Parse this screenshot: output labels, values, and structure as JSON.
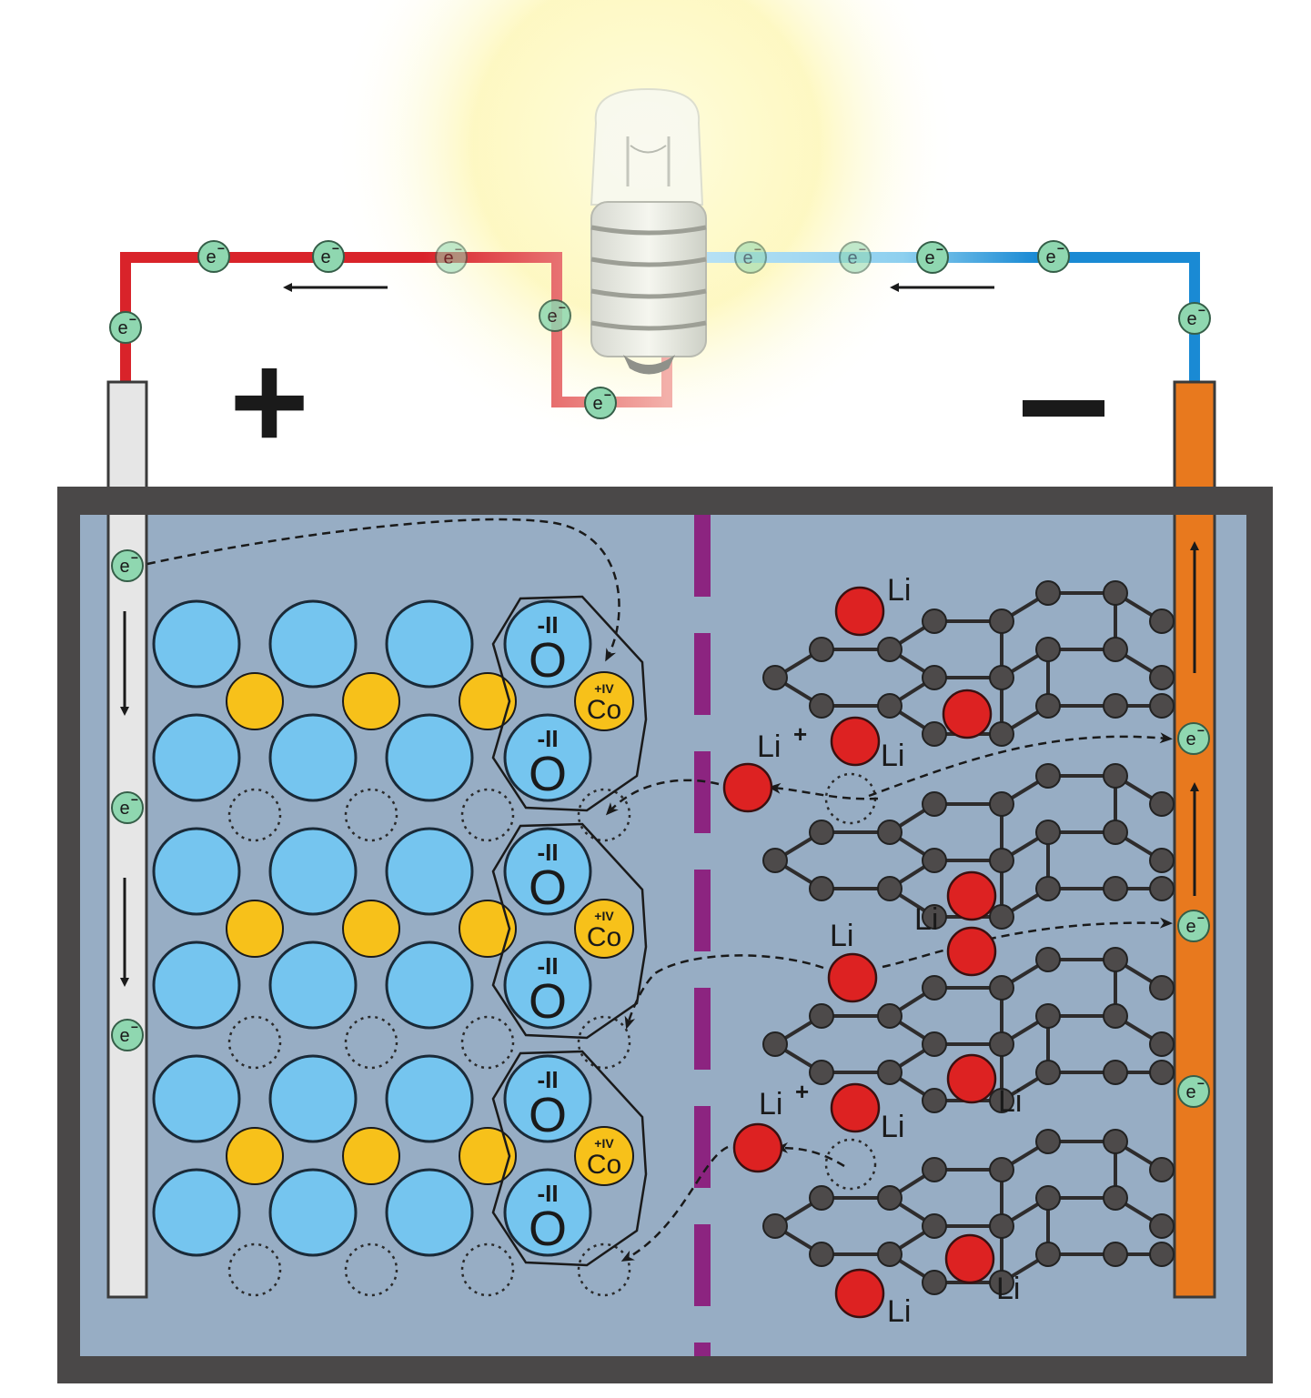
{
  "terminals": {
    "positive": "+",
    "negative": "−"
  },
  "labels": {
    "electron": "e",
    "electron_charge": "−",
    "oxygen_symbol": "O",
    "oxygen_charge": "-II",
    "cobalt_symbol": "Co",
    "cobalt_charge": "+IV",
    "lithium": "Li",
    "lithium_ion": "Li",
    "lithium_ion_charge": "+"
  },
  "colors": {
    "positive_wire": "#d9232a",
    "negative_wire": "#1a8ad4",
    "cathode_plate": "#e6e6e6",
    "anode_plate": "#e8791e",
    "electrolyte": "#97adc4",
    "casing": "#4a4848",
    "separator": "#8c2480",
    "oxygen": "#75c5ef",
    "cobalt": "#f7c11a",
    "lithium": "#dd2222",
    "carbon": "#4d4a4a",
    "electron": "#8fd7b0"
  },
  "icons": [
    "light-bulb-icon",
    "arrow-left-icon",
    "arrow-down-icon",
    "arrow-up-icon"
  ]
}
